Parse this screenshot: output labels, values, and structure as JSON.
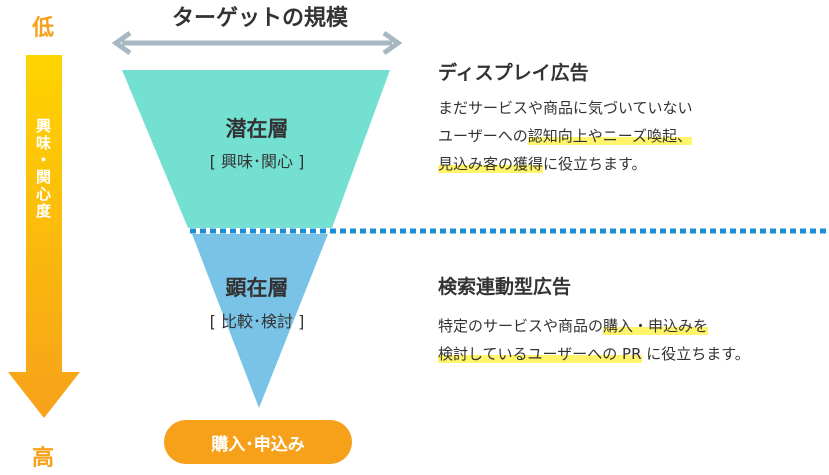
{
  "colors": {
    "orange": "#f7a11a",
    "orange_light": "#ffd400",
    "teal": "#74e0d2",
    "blue": "#79c4e6",
    "gray_arrow": "#a8b8c2",
    "dotted_line": "#1a8fd6",
    "highlight": "#fff46a"
  },
  "interest_axis": {
    "low": "低",
    "high": "高",
    "label": "興味・関心度"
  },
  "target_scale": {
    "title": "ターゲットの規模"
  },
  "funnel": {
    "upper": {
      "name": "潜在層",
      "sub": "[ 興味･関心 ]"
    },
    "lower": {
      "name": "顕在層",
      "sub": "[ 比較･検討 ]"
    },
    "cta": "購入･申込み"
  },
  "display_ad": {
    "title": "ディスプレイ広告",
    "line1": "まだサービスや商品に気づいていない",
    "line2_plain": "ユーザーへの",
    "line2_highlight": "認知向上やニーズ喚起、",
    "line3_highlight": "見込み客の獲得",
    "line3_plain": "に役立ちます。"
  },
  "search_ad": {
    "title": "検索連動型広告",
    "line1_plain": "特定のサービスや商品の",
    "line1_highlight": "購入・申込みを",
    "line2_highlight": "検討しているユーザーへの PR",
    "line2_plain": " に役立ちます。"
  }
}
